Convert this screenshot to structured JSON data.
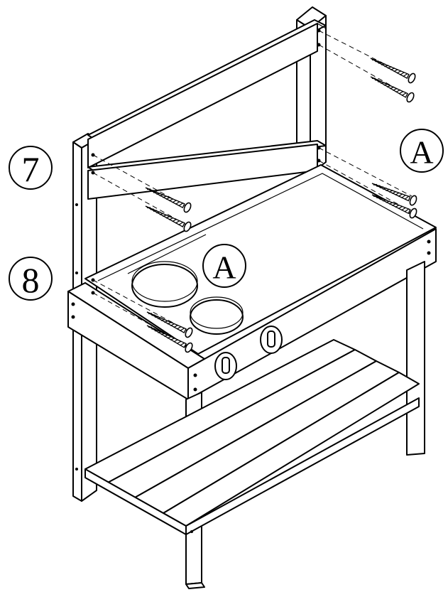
{
  "steps": {
    "seven": "7",
    "eight": "8"
  },
  "part_labels": {
    "right": "A",
    "center": "A"
  }
}
